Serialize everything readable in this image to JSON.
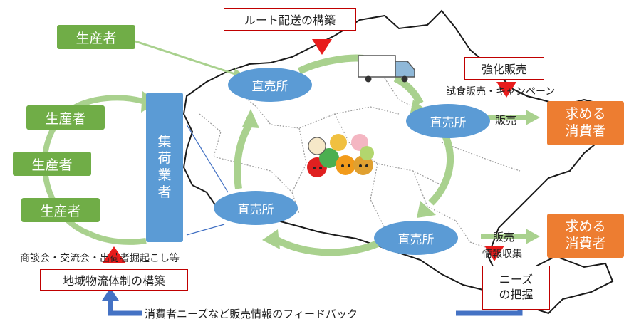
{
  "producers": {
    "top": "生産者",
    "left1": "生産者",
    "left2": "生産者",
    "left3": "生産者"
  },
  "collector": {
    "chars": [
      "集",
      "荷",
      "業",
      "者"
    ]
  },
  "stores": {
    "top": "直売所",
    "right": "直売所",
    "left": "直売所",
    "bottom": "直売所"
  },
  "consumers": {
    "top": [
      "求める",
      "消費者"
    ],
    "bottom": [
      "求める",
      "消費者"
    ]
  },
  "labels": {
    "route_delivery": "ルート配送の構築",
    "enhanced_sales": "強化販売",
    "tasting_campaign": "試食販売・キャンペーン",
    "sales_top": "販売",
    "sales_bottom": "販売",
    "info_collection": "情報収集",
    "needs_grasp": [
      "ニーズ",
      "の把握"
    ],
    "meetings": "商談会・交流会・出荷者掘起こし等",
    "logistics": "地域物流体制の構築",
    "feedback": "消費者ニーズなど販売情報のフィードバック"
  },
  "colors": {
    "green": "#70ad47",
    "light_green": "#a9d18e",
    "blue": "#5b9bd5",
    "dark_blue": "#4472c4",
    "orange": "#ed7d31",
    "red": "#e81c1c",
    "outline_red": "#c00000"
  }
}
